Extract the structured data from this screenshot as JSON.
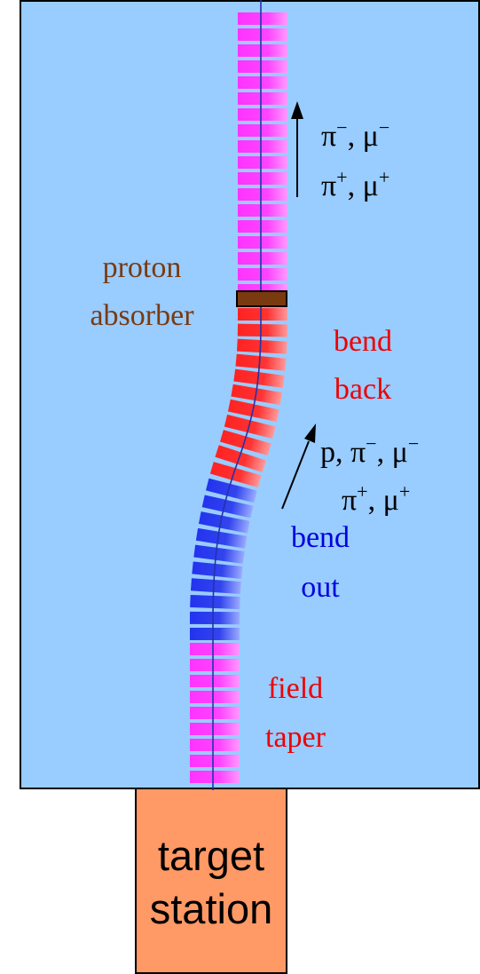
{
  "labels": {
    "proton_absorber_line1": "proton",
    "proton_absorber_line2": "absorber",
    "bend_back_line1": "bend",
    "bend_back_line2": "back",
    "bend_out_line1": "bend",
    "bend_out_line2": "out",
    "field_taper_line1": "field",
    "field_taper_line2": "taper",
    "target_station_line1": "target",
    "target_station_line2": "station"
  },
  "particles_upper": {
    "line1": [
      {
        "base": "π",
        "sup": "−",
        "sep": ", "
      },
      {
        "base": "μ",
        "sup": "−",
        "sep": ""
      }
    ],
    "line2": [
      {
        "base": "π",
        "sup": "+",
        "sep": ", "
      },
      {
        "base": "μ",
        "sup": "+",
        "sep": ""
      }
    ]
  },
  "particles_lower": {
    "line1": [
      {
        "base": "p",
        "sup": "",
        "sep": ", "
      },
      {
        "base": "π",
        "sup": "−",
        "sep": ", "
      },
      {
        "base": "μ",
        "sup": "−",
        "sep": ""
      }
    ],
    "line2": [
      {
        "base": "π",
        "sup": "+",
        "sep": ", "
      },
      {
        "base": "μ",
        "sup": "+",
        "sep": ""
      }
    ]
  },
  "colors": {
    "background": "#99CCFF",
    "coil_magenta": "#FF33FF",
    "coil_red": "#FF2222",
    "coil_blue": "#2233EE",
    "absorber": "#7A3A10",
    "absorber_label": "#7A3A10",
    "bend_back_label": "#EE0000",
    "bend_out_label": "#0000DD",
    "field_taper_label": "#EE0000",
    "target_station": "#FF9966",
    "beam_line": "#2233AA"
  }
}
